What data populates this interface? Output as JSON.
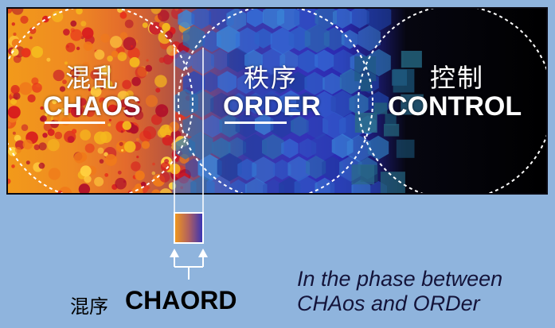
{
  "phases": {
    "chaos": {
      "cn": "混乱",
      "en": "CHAOS"
    },
    "order": {
      "cn": "秩序",
      "en": "ORDER"
    },
    "control": {
      "cn": "控制",
      "en": "CONTROL"
    }
  },
  "chaord": {
    "cn": "混序",
    "en": "CHAORD"
  },
  "caption": {
    "line1": "In the phase between",
    "line2": "CHAos and ORDer"
  },
  "colors": {
    "background": "#8fb4dd",
    "chaos": "#f29a1a",
    "order": "#3432b8",
    "control": "#000000"
  }
}
